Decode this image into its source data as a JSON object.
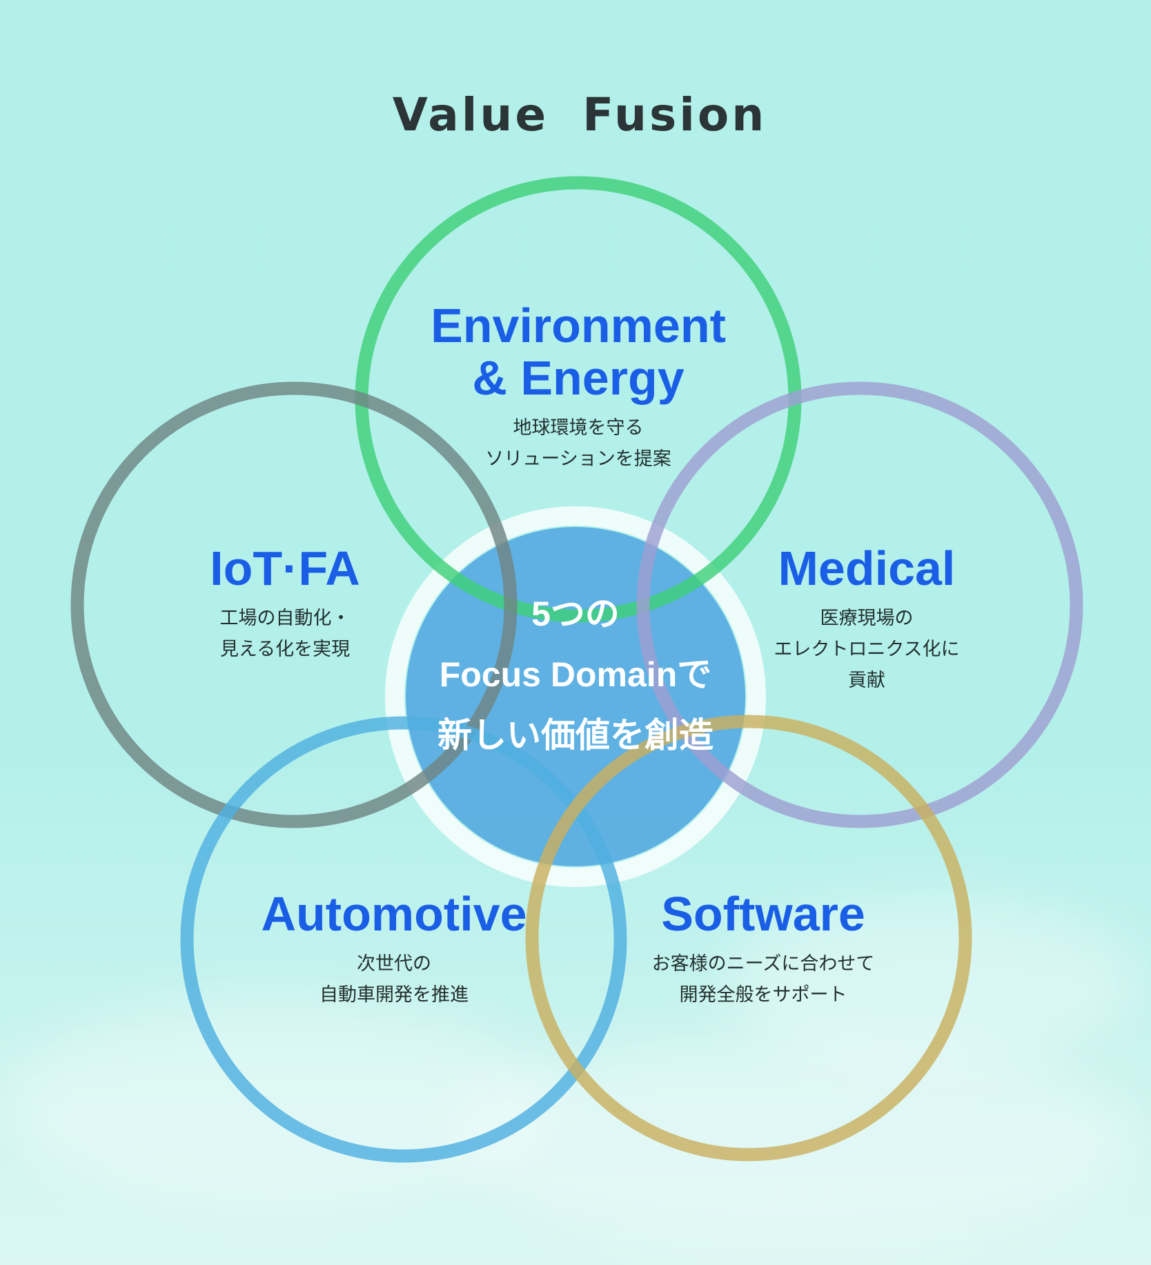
{
  "title": "Value  Fusion",
  "center": {
    "lines": [
      "5つの",
      "Focus Domainで",
      "新しい価値を創造"
    ]
  },
  "domains": [
    {
      "name": "Environment & Energy",
      "heading_lines": [
        "Environment",
        "& Energy"
      ],
      "desc_lines": [
        "地球環境を守る",
        "ソリューションを提案"
      ],
      "color": "#3fd07a"
    },
    {
      "name": "IoT·FA",
      "heading_lines": [
        "IoT·FA"
      ],
      "desc_lines": [
        "工場の自動化・",
        "見える化を実現"
      ],
      "color": "#6f8584"
    },
    {
      "name": "Medical",
      "heading_lines": [
        "Medical"
      ],
      "desc_lines": [
        "医療現場の",
        "エレクトロニクス化に",
        "貢献"
      ],
      "color": "#9f9fd2"
    },
    {
      "name": "Automotive",
      "heading_lines": [
        "Automotive"
      ],
      "desc_lines": [
        "次世代の",
        "自動車開発を推進"
      ],
      "color": "#4fb0e0"
    },
    {
      "name": "Software",
      "heading_lines": [
        "Software"
      ],
      "desc_lines": [
        "お客様のニーズに合わせて",
        "開発全般をサポート"
      ],
      "color": "#c9b060"
    }
  ],
  "colors": {
    "heading": "#1a5ee6",
    "center_fill": "#4fa6e0",
    "center_ring": "#f2fdfb"
  }
}
